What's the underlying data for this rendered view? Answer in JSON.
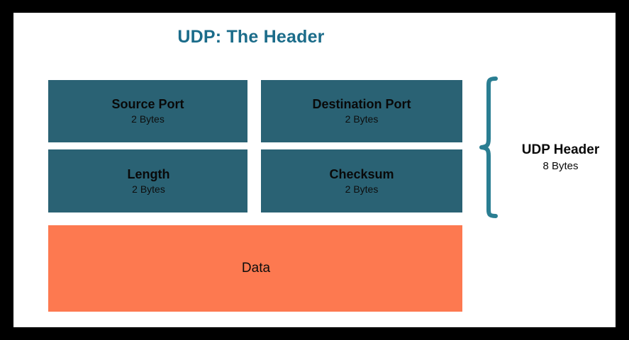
{
  "canvas": {
    "background_color": "#ffffff",
    "frame_color": "#000000"
  },
  "title": "UDP: The Header",
  "colors": {
    "title_text": "#1b6c8a",
    "header_field_fill": "#2a6274",
    "data_fill": "#fd7950",
    "brace_stroke": "#2a7e92",
    "label_text": "#0a0a0a"
  },
  "diagram": {
    "type": "packet-structure",
    "header_fields": [
      {
        "name": "Source Port",
        "size": "2 Bytes"
      },
      {
        "name": "Destination Port",
        "size": "2 Bytes"
      },
      {
        "name": "Length",
        "size": "2 Bytes"
      },
      {
        "name": "Checksum",
        "size": "2 Bytes"
      }
    ],
    "payload": {
      "name": "Data"
    },
    "annotation": {
      "label": "UDP Header",
      "size": "8 Bytes",
      "brace_icon": "curly-brace-icon"
    }
  }
}
